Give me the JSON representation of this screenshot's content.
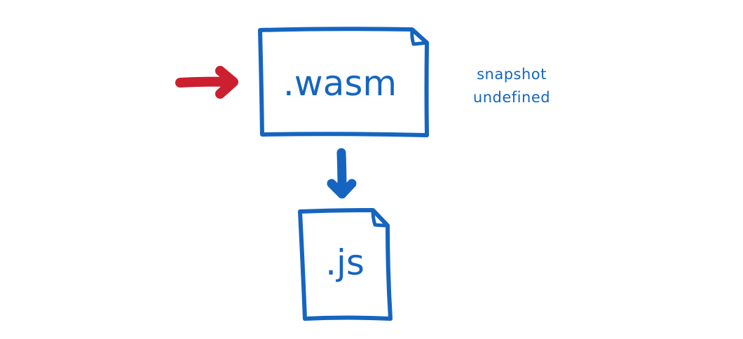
{
  "colors": {
    "primary": "#1565c0",
    "arrow_red": "#cc1f2f",
    "background": "#ffffff"
  },
  "wasm_file": {
    "label": ".wasm",
    "icon": "file-icon"
  },
  "js_file": {
    "label": ".js",
    "icon": "file-icon"
  },
  "annotation": {
    "line1": "snapshot",
    "line2": "undefined"
  },
  "arrows": {
    "input": "right-arrow-icon",
    "output": "down-arrow-icon"
  }
}
